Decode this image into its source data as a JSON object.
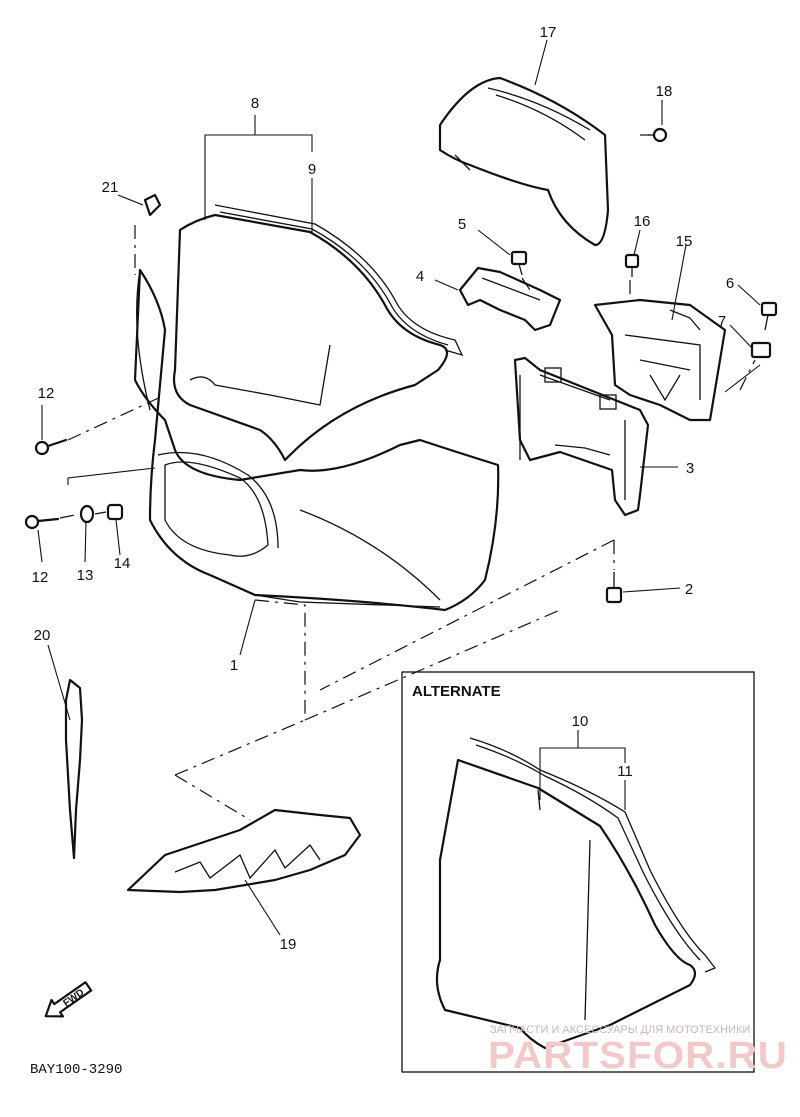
{
  "diagram": {
    "callouts": [
      "1",
      "2",
      "3",
      "4",
      "5",
      "6",
      "7",
      "8",
      "9",
      "10",
      "11",
      "12",
      "12",
      "13",
      "14",
      "15",
      "16",
      "17",
      "18",
      "19",
      "20",
      "21"
    ],
    "alternate_title": "ALTERNATE",
    "fwd_label": "FWD",
    "diagram_code": "BAY100-3290"
  },
  "watermark": {
    "subtitle": "ЗАПЧАСТИ И АКСЕССУАРЫ ДЛЯ МОТОТЕХНИКИ",
    "brand": "PARTSFOR.RU"
  }
}
